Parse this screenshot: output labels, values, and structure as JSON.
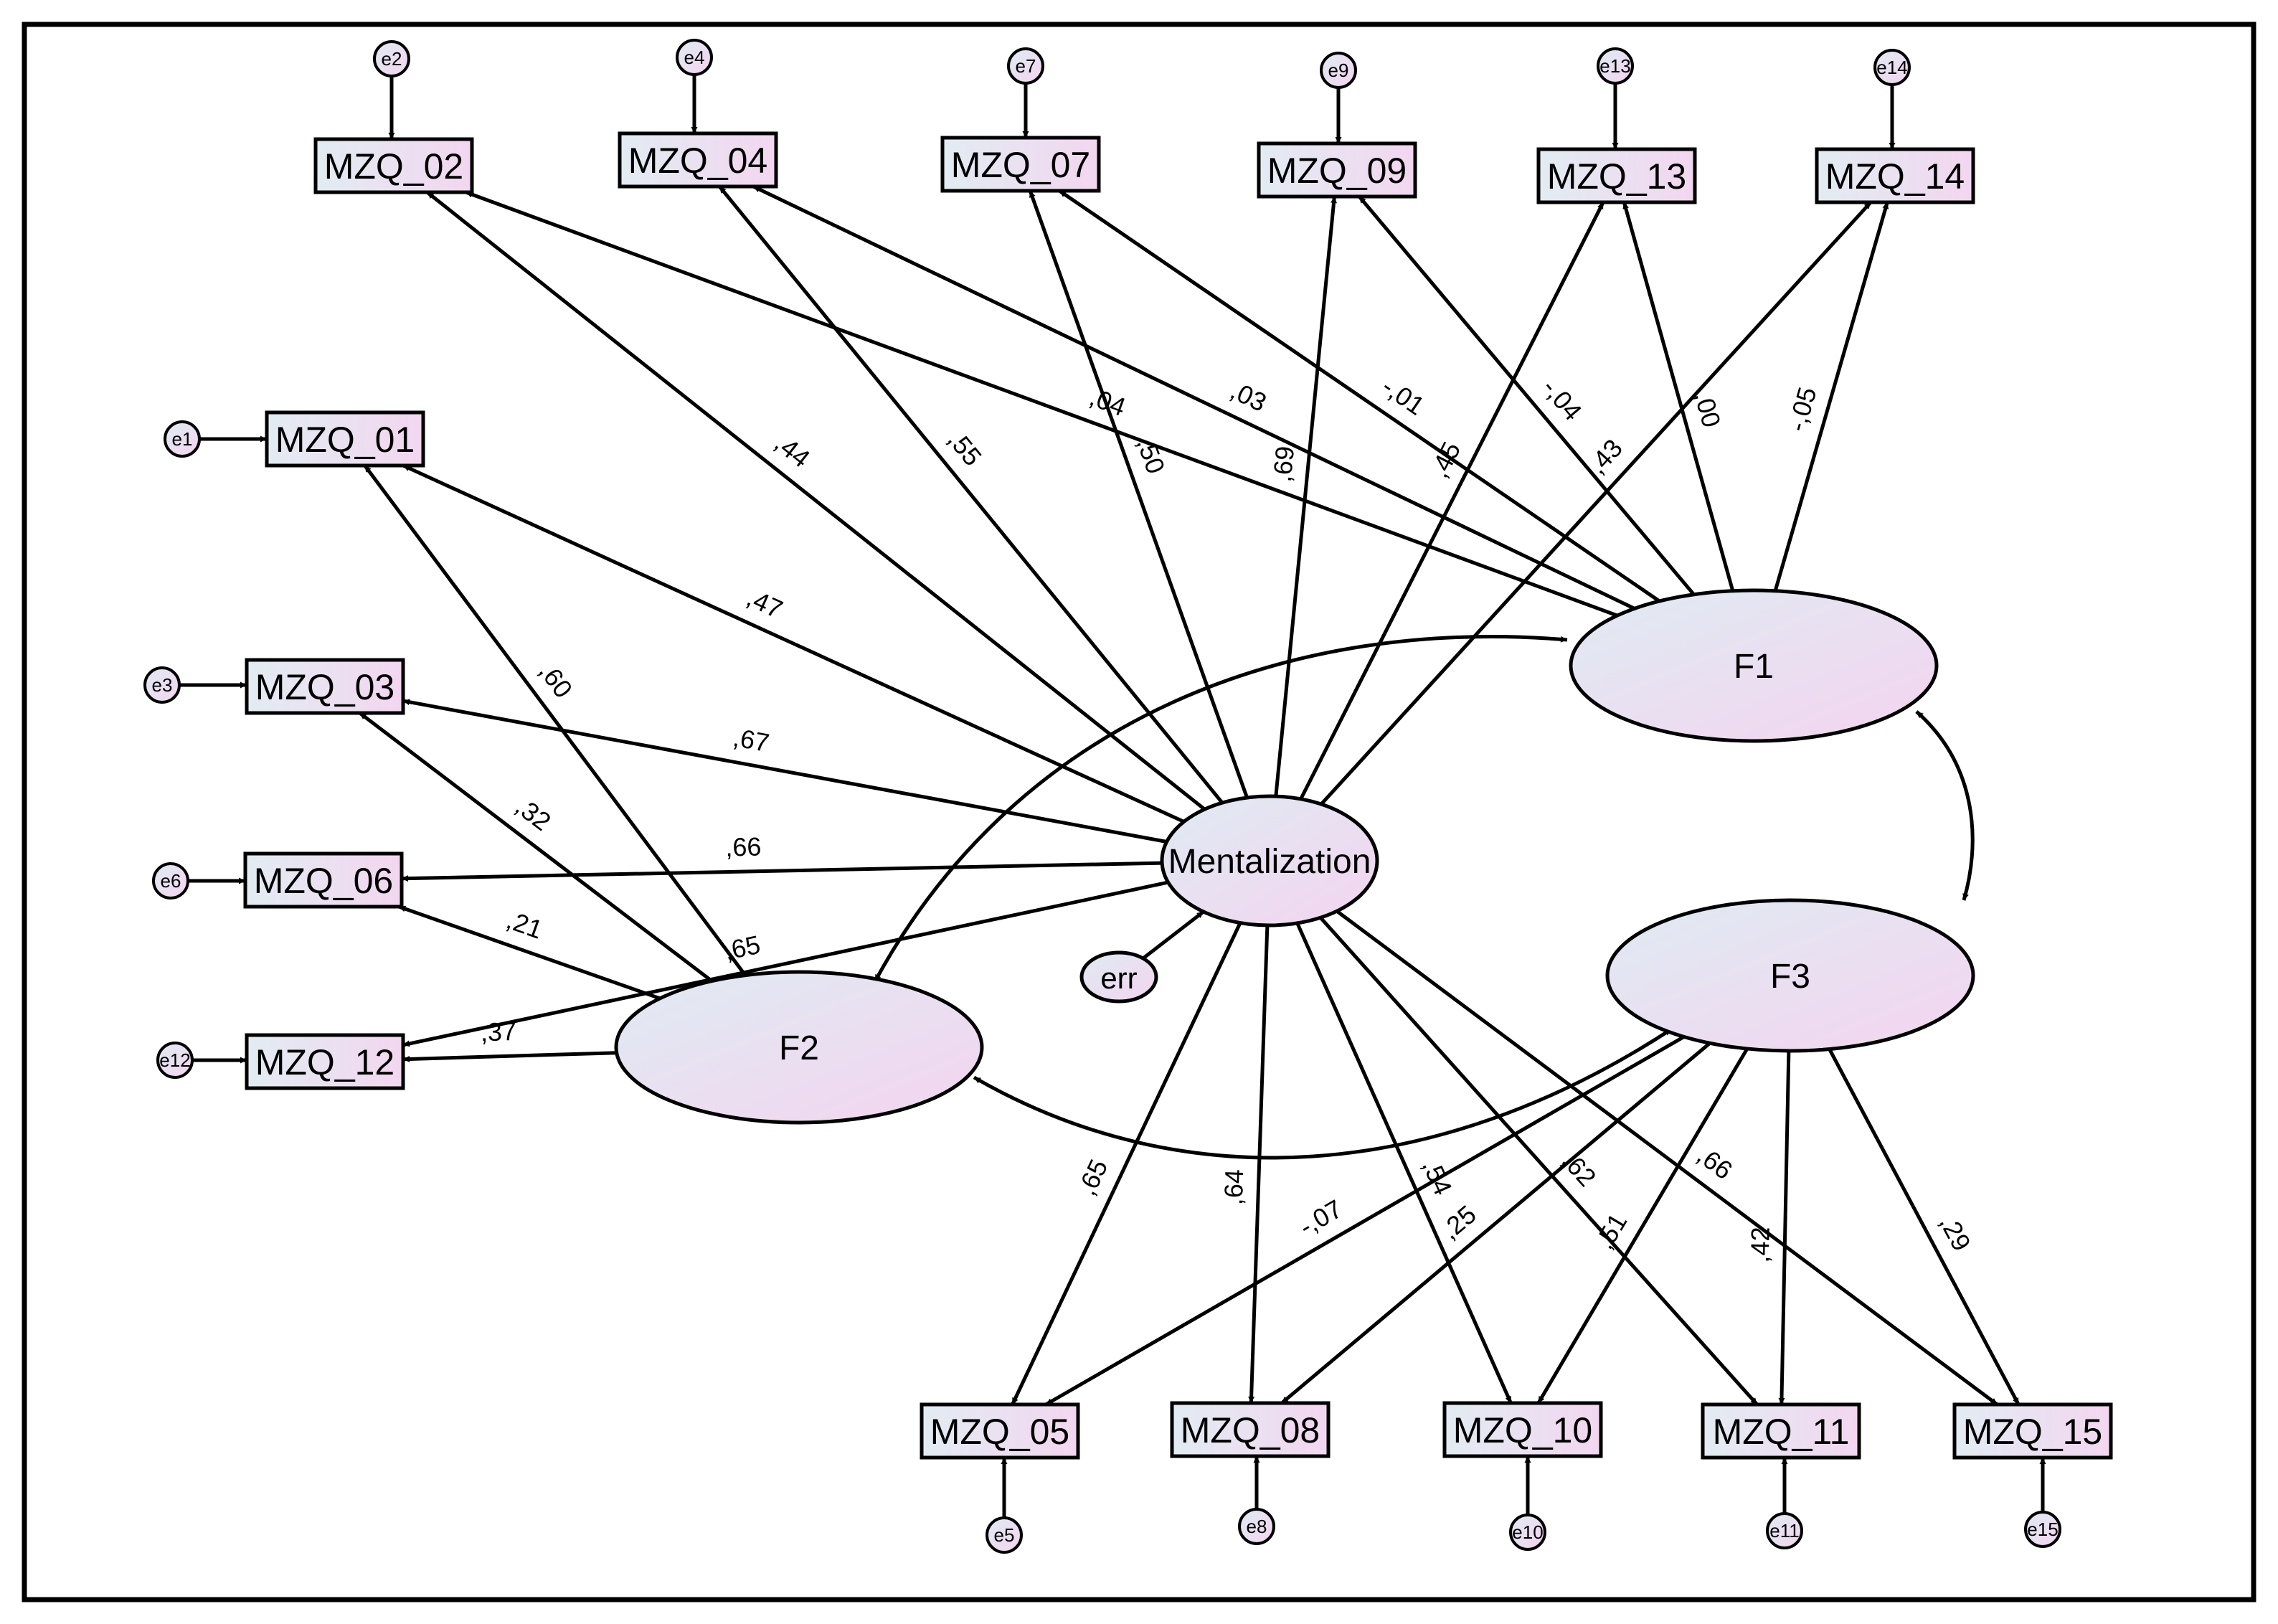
{
  "observed": {
    "MZQ_01": "MZQ_01",
    "MZQ_02": "MZQ_02",
    "MZQ_03": "MZQ_03",
    "MZQ_04": "MZQ_04",
    "MZQ_05": "MZQ_05",
    "MZQ_06": "MZQ_06",
    "MZQ_07": "MZQ_07",
    "MZQ_08": "MZQ_08",
    "MZQ_09": "MZQ_09",
    "MZQ_10": "MZQ_10",
    "MZQ_11": "MZQ_11",
    "MZQ_12": "MZQ_12",
    "MZQ_13": "MZQ_13",
    "MZQ_14": "MZQ_14",
    "MZQ_15": "MZQ_15"
  },
  "latent": {
    "Mentalization": "Mentalization",
    "F1": "F1",
    "F2": "F2",
    "F3": "F3",
    "err": "err"
  },
  "errors": {
    "e1": "e1",
    "e2": "e2",
    "e3": "e3",
    "e4": "e4",
    "e5": "e5",
    "e6": "e6",
    "e7": "e7",
    "e8": "e8",
    "e9": "e9",
    "e10": "e10",
    "e11": "e11",
    "e12": "e12",
    "e13": "e13",
    "e14": "e14",
    "e15": "e15"
  },
  "loadings": {
    "mentalization": {
      "MZQ_01": ",47",
      "MZQ_02": ",44",
      "MZQ_03": ",67",
      "MZQ_04": ",55",
      "MZQ_05": ",65",
      "MZQ_06": ",66",
      "MZQ_07": ",50",
      "MZQ_08": ",64",
      "MZQ_09": ",69",
      "MZQ_10": ",54",
      "MZQ_11": ",62",
      "MZQ_12": ",65",
      "MZQ_13": ",45",
      "MZQ_14": ",43",
      "MZQ_15": ",66"
    },
    "F1": {
      "MZQ_02": ",04",
      "MZQ_04": ",03",
      "MZQ_07": "-,01",
      "MZQ_09": "-,04",
      "MZQ_13": ",00",
      "MZQ_14": "-,05"
    },
    "F2": {
      "MZQ_01": ",60",
      "MZQ_03": ",32",
      "MZQ_06": ",21",
      "MZQ_12": ",37"
    },
    "F3": {
      "MZQ_05": "-,07",
      "MZQ_08": ",25",
      "MZQ_10": ",51",
      "MZQ_11": ",42",
      "MZQ_15": ",29"
    }
  },
  "colors": {
    "fill_left": "#e2ecf2",
    "fill_right": "#f3d6f0",
    "line": "#000000",
    "background": "#ffffff"
  }
}
